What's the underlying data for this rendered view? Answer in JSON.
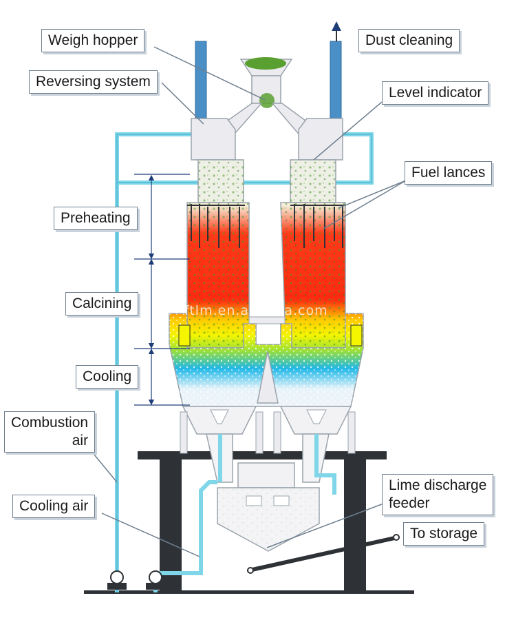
{
  "labels": {
    "weigh_hopper": "Weigh hopper",
    "dust_cleaning": "Dust cleaning",
    "reversing_system": "Reversing system",
    "level_indicator": "Level indicator",
    "fuel_lances": "Fuel lances",
    "preheating": "Preheating",
    "calcining": "Calcining",
    "cooling": "Cooling",
    "combustion_air_line1": "Combustion",
    "combustion_air_line2": "air",
    "cooling_air": "Cooling air",
    "lime_discharge_line1": "Lime discharge",
    "lime_discharge_line2": "feeder",
    "to_storage": "To storage"
  },
  "watermark": "ftlm.en.alibaba.com",
  "colors": {
    "frame_outline": "#9aa3ac",
    "frame_fill": "#ecebef",
    "steel": "#2e3236",
    "air_pipe": "#7fd6e8",
    "flue_pipe": "#4a8fc6",
    "hot_zone": "#ff2a10",
    "calcining_zone": "#f5f500",
    "cooling_zone": "#20b8e8",
    "stone": "#4a9a2a"
  }
}
